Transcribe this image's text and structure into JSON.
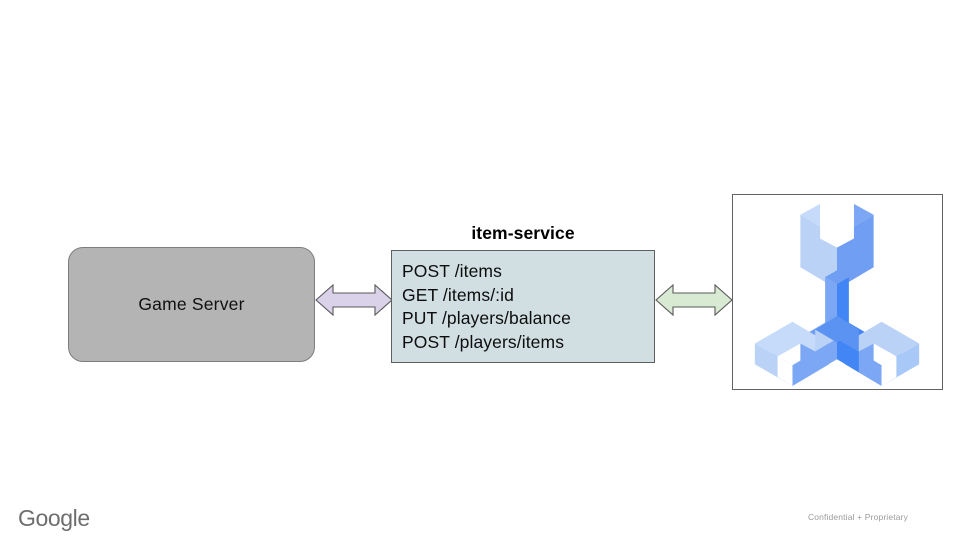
{
  "slide": {
    "background_color": "#ffffff"
  },
  "nodes": {
    "game_server": {
      "label": "Game Server",
      "fill_color": "#b4b4b4",
      "border_color": "#7d7d7d"
    },
    "item_service": {
      "title": "item-service",
      "fill_color": "#d1dfe3",
      "border_color": "#5f5f5f",
      "endpoints": [
        "POST /items",
        "GET /items/:id",
        "PUT /players/balance",
        "POST /players/items"
      ]
    },
    "tooling_icon": {
      "name": "three-pronged-wrench-icon",
      "frame_border_color": "#636363",
      "colors": {
        "light": "#bbd2f7",
        "light_alt": "#c3d6f9",
        "medium": "#7ba7f4",
        "medium_alt": "#6f9ef2",
        "dark": "#4285f4",
        "darker": "#3b7ae4"
      }
    }
  },
  "connectors": {
    "game_server_to_item_service": {
      "name": "double-headed-arrow",
      "fill_color": "#d9d2e9",
      "border_color": "#595959"
    },
    "item_service_to_tooling": {
      "name": "double-headed-arrow",
      "fill_color": "#d9ead3",
      "border_color": "#595959"
    }
  },
  "footer": {
    "brand": "Google",
    "brand_color": "#6e6e6e",
    "confidential_note": "Confidential + Proprietary",
    "note_color": "#9b9b9b"
  }
}
